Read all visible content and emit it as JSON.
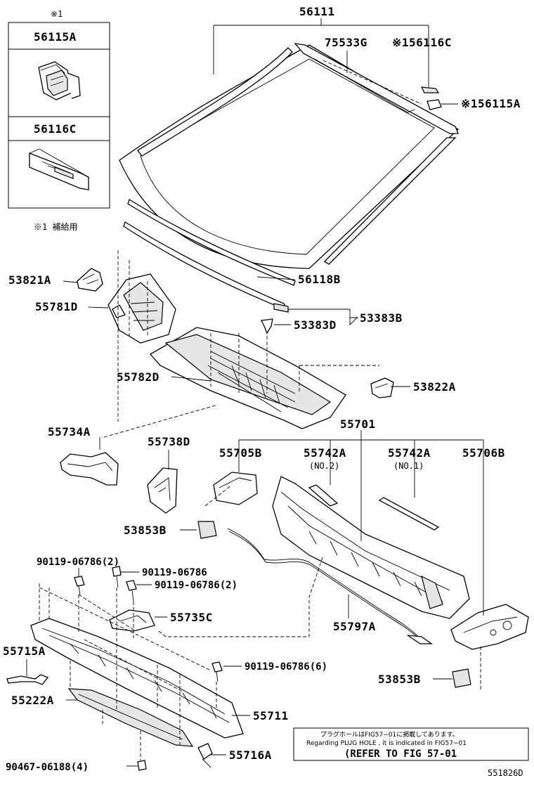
{
  "diagram": {
    "inset": {
      "marker": "※1",
      "parts": [
        "56115A",
        "56116C"
      ],
      "footnote": "※1 補給用"
    },
    "labels": {
      "p56111": "56111",
      "p75533G": "75533G",
      "p56116C": "※156116C",
      "p56115A": "※156115A",
      "p53821A": "53821A",
      "p55781D": "55781D",
      "p56118B": "56118B",
      "p53383B": "53383B",
      "p53383D": "53383D",
      "p55782D": "55782D",
      "p53822A": "53822A",
      "p55734A": "55734A",
      "p55701": "55701",
      "p55738D": "55738D",
      "p55705B": "55705B",
      "p55742A_1": "55742A",
      "p55742A_2": "55742A",
      "no2": "(NO.2)",
      "no1": "(NO.1)",
      "p55706B": "55706B",
      "p53853B_1": "53853B",
      "p90119a": "90119-06786(2)",
      "p90119b": "90119-06786",
      "p90119c": "90119-06786(2)",
      "p55735C": "55735C",
      "p55797A": "55797A",
      "p55715A": "55715A",
      "p90119d": "90119-06786(6)",
      "p53853B_2": "53853B",
      "p55222A": "55222A",
      "p55711": "55711",
      "p90467": "90467-06188(4)",
      "p55716A": "55716A"
    },
    "note": {
      "japanese": "プラグホールはFIG57−01に掲載してあります。",
      "english": "Regarding PLUG HOLE , it is indicated in FIG57−01",
      "reference": "(REFER TO FIG 57-01"
    },
    "figure_id": "551826D"
  }
}
